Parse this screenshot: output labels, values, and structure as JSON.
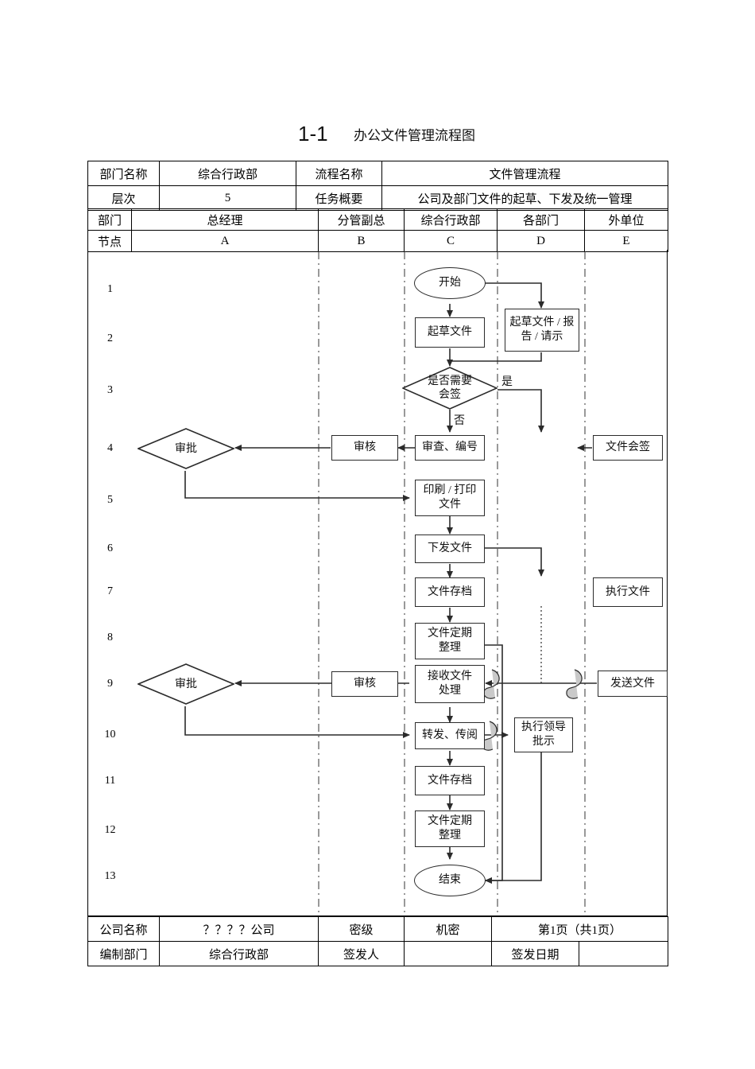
{
  "title": {
    "number": "1-1",
    "text": "办公文件管理流程图"
  },
  "header_table": {
    "rows": [
      [
        {
          "text": "部门名称",
          "kind": "label"
        },
        {
          "text": "综合行政部",
          "kind": "value"
        },
        {
          "text": "流程名称",
          "kind": "label"
        },
        {
          "text": "文件管理流程",
          "kind": "value"
        }
      ],
      [
        {
          "text": "层次",
          "kind": "label"
        },
        {
          "text": "5",
          "kind": "value"
        },
        {
          "text": "任务概要",
          "kind": "label"
        },
        {
          "text": "公司及部门文件的起草、下发及统一管理",
          "kind": "value"
        }
      ]
    ]
  },
  "column_table": {
    "rows": [
      [
        "部门",
        "总经理",
        "分管副总",
        "综合行政部",
        "各部门",
        "外单位"
      ],
      [
        "节点",
        "A",
        "B",
        "C",
        "D",
        "E"
      ]
    ]
  },
  "row_numbers": [
    "1",
    "2",
    "3",
    "4",
    "5",
    "6",
    "7",
    "8",
    "9",
    "10",
    "11",
    "12",
    "13"
  ],
  "footer_table": {
    "rows": [
      [
        "公司名称",
        "？？？？公司",
        "密级",
        "机密",
        "第1页（共1页）",
        ""
      ],
      [
        "编制部门",
        "综合行政部",
        "签发人",
        "",
        "签发日期",
        ""
      ]
    ]
  },
  "nodes": {
    "start": "开始",
    "draft_doc": "起草文件",
    "draft_report": "起草文件 / 报告 / 请示",
    "need_countersign": "是否需要\n会签",
    "approve_1": "审批",
    "review_1": "审核",
    "check_number": "审查、编号",
    "countersign": "文件会签",
    "print_doc": "印刷 / 打印\n文件",
    "distribute": "下发文件",
    "archive_1": "文件存档",
    "execute_doc": "执行文件",
    "organize_1": "文件定期\n整理",
    "approve_2": "审批",
    "review_2": "审核",
    "receive_process": "接收文件\n处理",
    "send_doc": "发送文件",
    "forward_circulate": "转发、传阅",
    "execute_instruction": "执行领导\n批示",
    "archive_2": "文件存档",
    "organize_2": "文件定期\n整理",
    "end": "结束"
  },
  "edge_labels": {
    "yes": "是",
    "no": "否"
  },
  "colors": {
    "line": "#2b2b2b",
    "lane_divider": "#333333",
    "text": "#111111",
    "border": "#000000"
  }
}
